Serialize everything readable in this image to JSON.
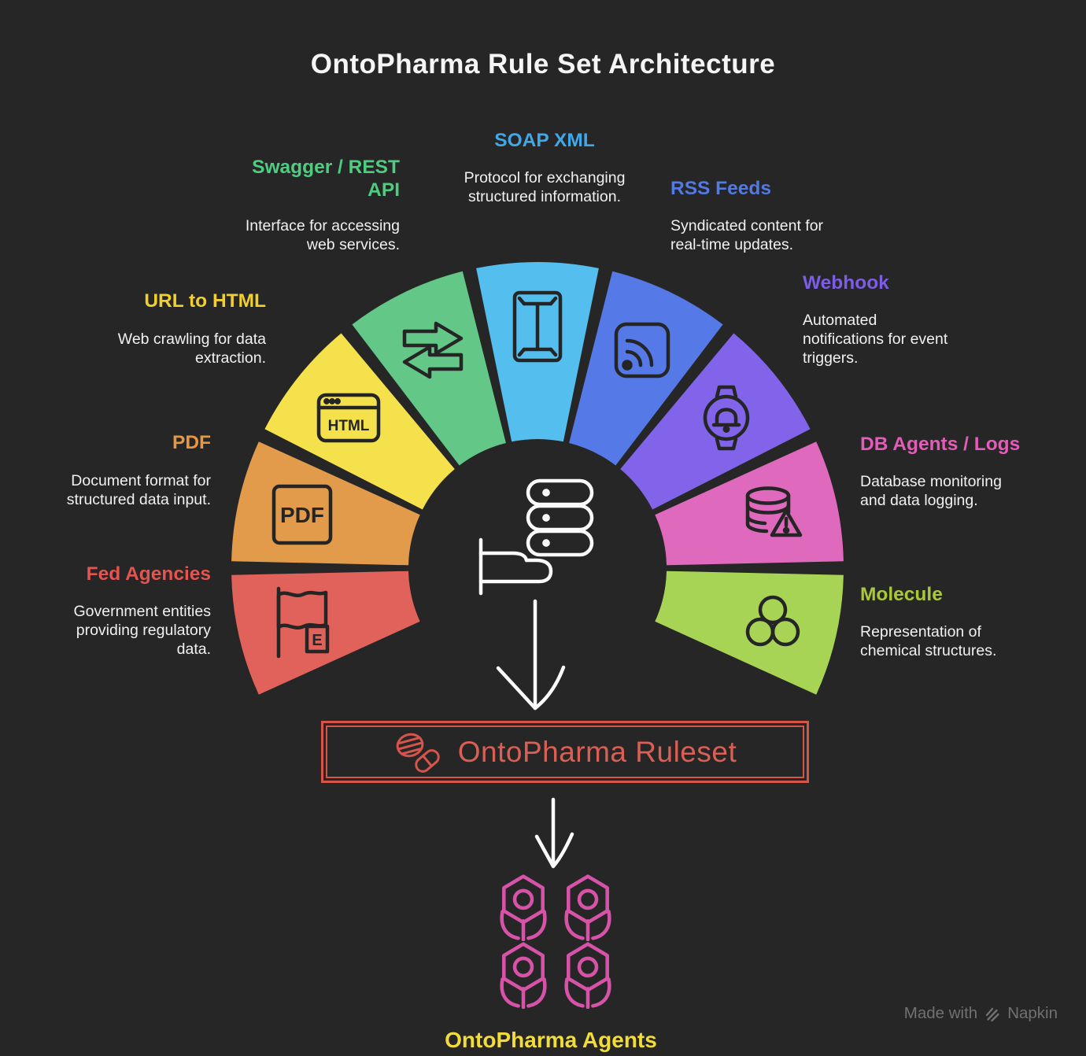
{
  "title": "OntoPharma Rule Set Architecture",
  "sources": [
    {
      "id": "fed-agencies",
      "label": "Fed Agencies",
      "description": "Government entities providing regulatory data.",
      "color": "#e0625a",
      "label_color": "#e25550",
      "icon": "flag-map-icon",
      "icon_text": "E"
    },
    {
      "id": "pdf",
      "label": "PDF",
      "description": "Document format for structured data input.",
      "color": "#e29b4b",
      "label_color": "#e6973f",
      "icon": "pdf-file-icon",
      "icon_text": "PDF"
    },
    {
      "id": "url-to-html",
      "label": "URL to HTML",
      "description": "Web crawling for data extraction.",
      "color": "#f5e14b",
      "label_color": "#f0d02f",
      "icon": "html-browser-icon",
      "icon_text": "HTML"
    },
    {
      "id": "swagger-rest-api",
      "label": "Swagger / REST API",
      "description": "Interface for accessing web services.",
      "color": "#63c887",
      "label_color": "#4ecd80",
      "icon": "swap-arrows-icon"
    },
    {
      "id": "soap-xml",
      "label": "SOAP XML",
      "description": "Protocol for exchanging structured information.",
      "color": "#54beee",
      "label_color": "#41a8e8",
      "icon": "envelope-icon"
    },
    {
      "id": "rss-feeds",
      "label": "RSS Feeds",
      "description": "Syndicated content for real-time updates.",
      "color": "#5579e6",
      "label_color": "#5379e2",
      "icon": "rss-icon"
    },
    {
      "id": "webhook",
      "label": "Webhook",
      "description": "Automated notifications for event triggers.",
      "color": "#8264eb",
      "label_color": "#7d5ce8",
      "icon": "watch-bell-icon"
    },
    {
      "id": "db-agents-logs",
      "label": "DB Agents / Logs",
      "description": "Database monitoring and data logging.",
      "color": "#df69bc",
      "label_color": "#e35cb8",
      "icon": "database-alert-icon"
    },
    {
      "id": "molecule",
      "label": "Molecule",
      "description": "Representation of chemical structures.",
      "color": "#a8d455",
      "label_color": "#a9c839",
      "icon": "molecule-icon"
    }
  ],
  "center": {
    "icon": "server-hand-icon",
    "stroke_color": "#fafafa"
  },
  "icon_stroke_color": "#252525",
  "ruleset": {
    "label": "OntoPharma Ruleset",
    "color": "#da5f55",
    "border_color": "#d5554b",
    "icon": "pills-icon"
  },
  "agents": {
    "label": "OntoPharma Agents",
    "label_color": "#f2dc3a",
    "icon": "hexagon-robot-icon",
    "icon_color": "#d653a8",
    "count": 4
  },
  "footer": {
    "text_prefix": "Made with",
    "brand": "Napkin",
    "color": "#717171",
    "icon": "napkin-logo-icon"
  }
}
